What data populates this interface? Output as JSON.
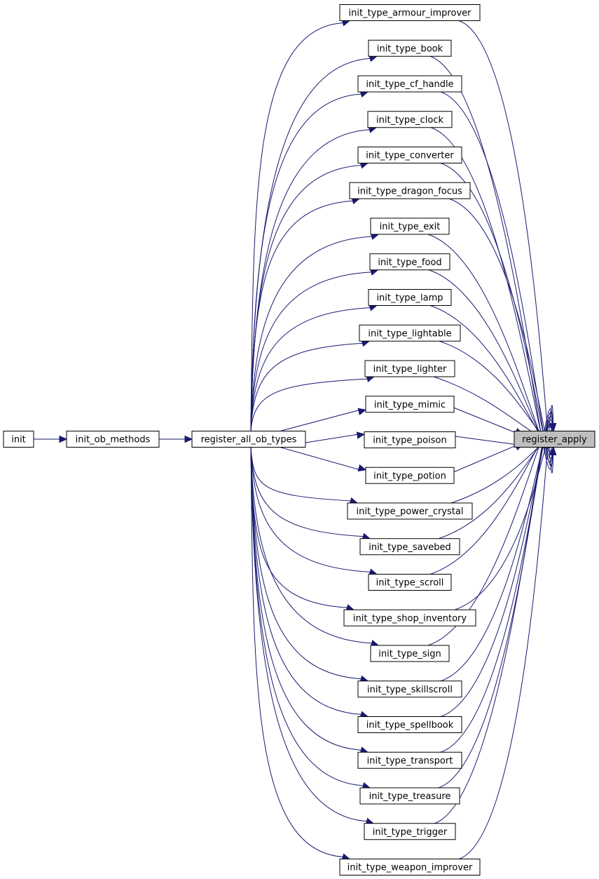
{
  "graph": {
    "focus_node": "register_apply",
    "caller_chain": [
      "init",
      "init_ob_methods",
      "register_all_ob_types"
    ],
    "type_initializers": [
      "init_type_armour_improver",
      "init_type_book",
      "init_type_cf_handle",
      "init_type_clock",
      "init_type_converter",
      "init_type_dragon_focus",
      "init_type_exit",
      "init_type_food",
      "init_type_lamp",
      "init_type_lightable",
      "init_type_lighter",
      "init_type_mimic",
      "init_type_poison",
      "init_type_potion",
      "init_type_power_crystal",
      "init_type_savebed",
      "init_type_scroll",
      "init_type_shop_inventory",
      "init_type_sign",
      "init_type_skillscroll",
      "init_type_spellbook",
      "init_type_transport",
      "init_type_treasure",
      "init_type_trigger",
      "init_type_weapon_improver"
    ],
    "colors": {
      "edge": "#191970",
      "focus_fill": "#bfbfbf",
      "node_fill": "#ffffff",
      "node_border": "#000000"
    }
  }
}
